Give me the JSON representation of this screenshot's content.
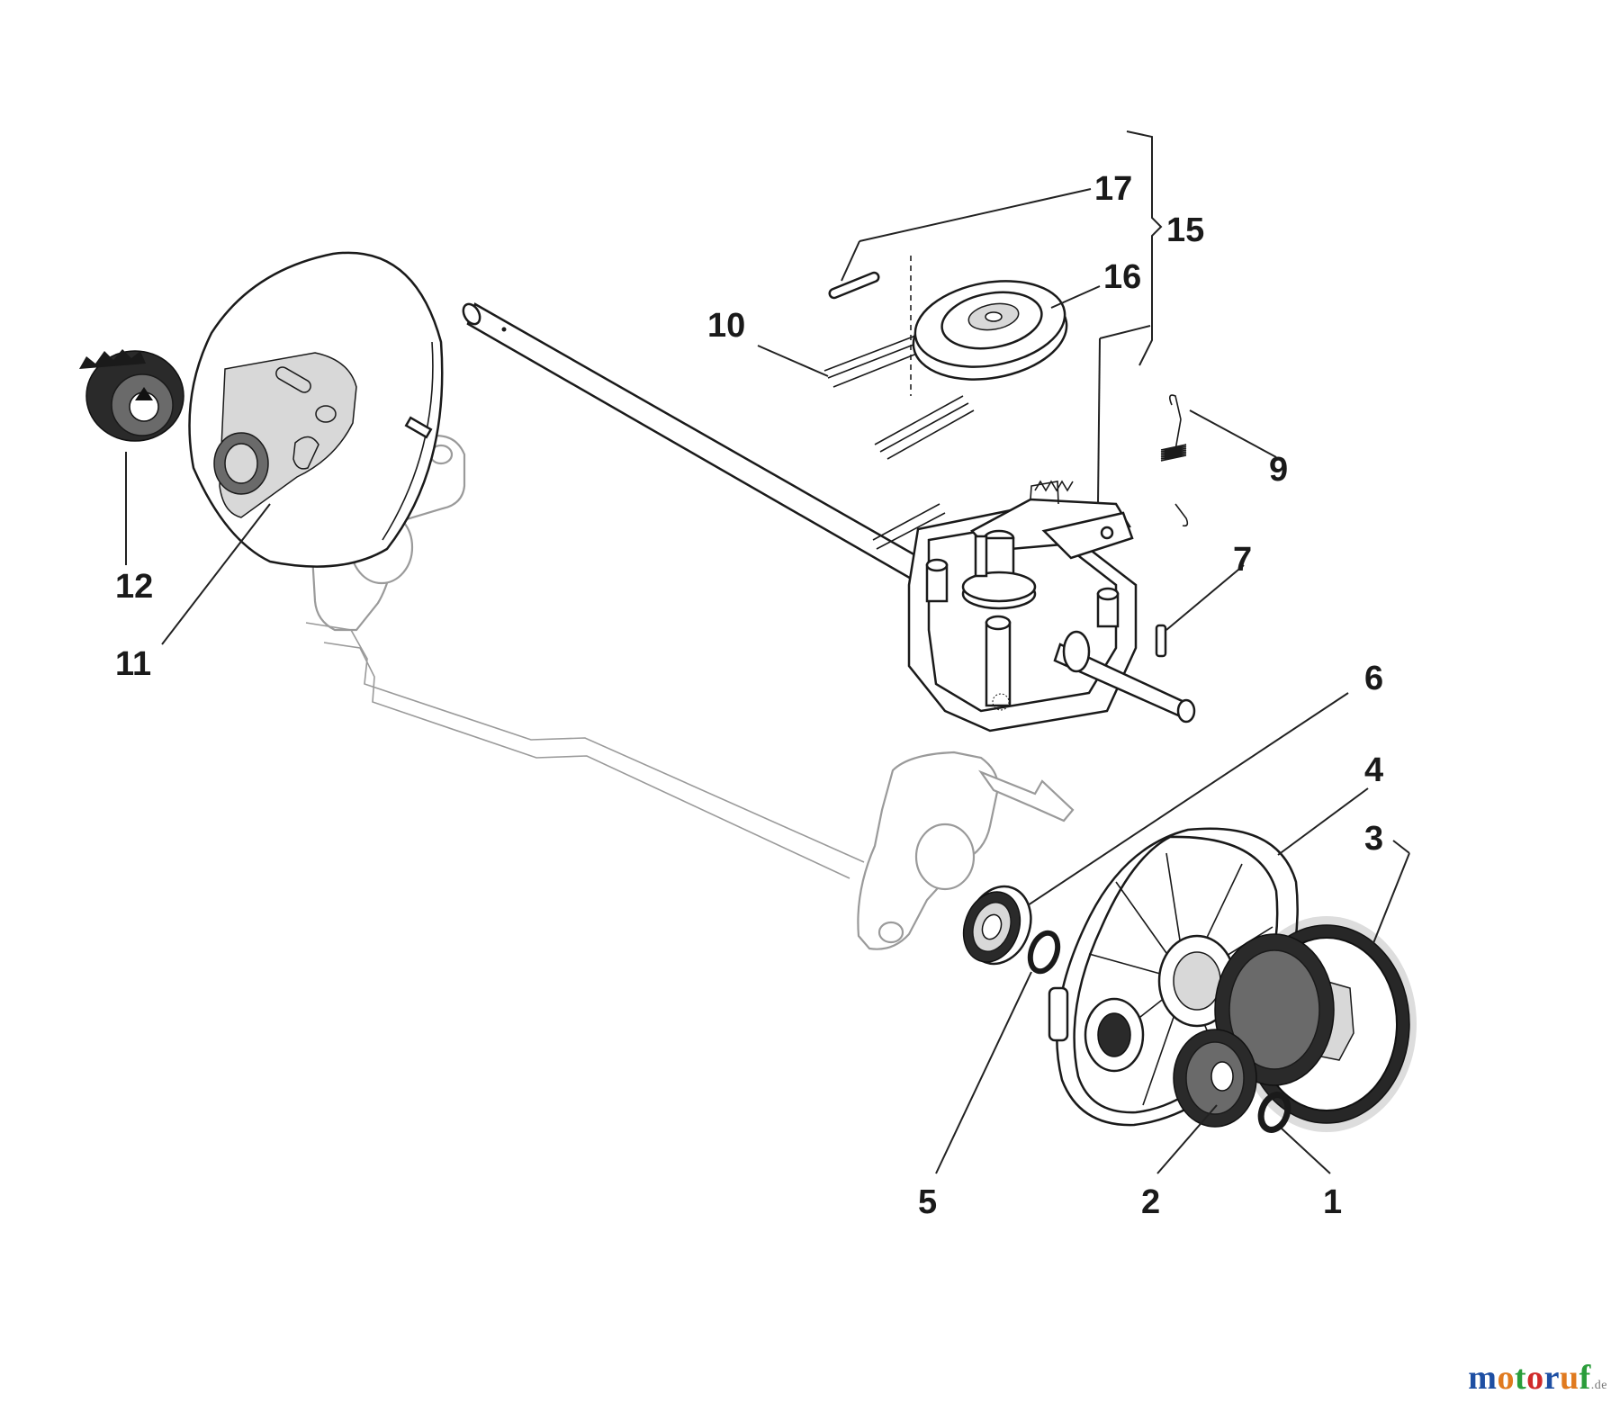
{
  "part_labels": {
    "p1": "1",
    "p2": "2",
    "p3": "3",
    "p4": "4",
    "p5": "5",
    "p6": "6",
    "p7": "7",
    "p9": "9",
    "p10": "10",
    "p11": "11",
    "p12": "12",
    "p15": "15",
    "p16": "16",
    "p17": "17"
  },
  "watermark": {
    "letters": [
      "m",
      "o",
      "t",
      "o",
      "r",
      "u",
      "f"
    ],
    "colors": [
      "#1e4fa3",
      "#e07a1f",
      "#2a9d3a",
      "#d02a2a",
      "#1e4fa3",
      "#e07a1f",
      "#2a9d3a"
    ],
    "tld": ".de"
  }
}
